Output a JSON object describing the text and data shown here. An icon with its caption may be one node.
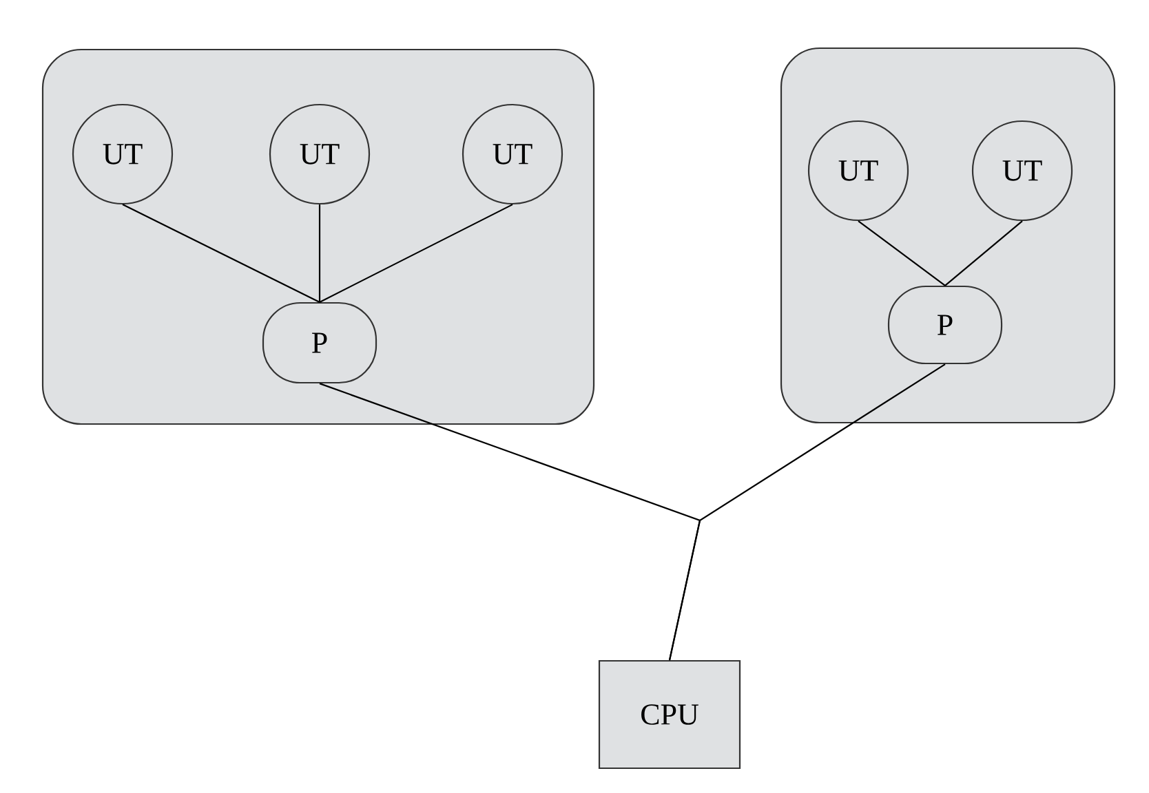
{
  "diagram": {
    "nodes": [
      {
        "text": [],
        "shape": "box"
      },
      {
        "text": [
          "UT"
        ],
        "in": 0
      },
      {
        "text": [
          "UT"
        ],
        "in": 0
      },
      {
        "text": [
          "UT"
        ],
        "in": 0
      },
      {
        "text": [
          "P"
        ],
        "in": 0
      },
      {
        "text": [],
        "shape": "box"
      },
      {
        "text": [
          "UT"
        ],
        "in": 5
      },
      {
        "text": [
          "UT"
        ],
        "in": 5
      },
      {
        "text": [
          "P"
        ],
        "in": 5
      },
      {
        "text": [
          "CPU"
        ]
      }
    ],
    "edges": [
      {
        "from": 1,
        "to": 4,
        "arrow": "none"
      },
      {
        "from": 2,
        "to": 4,
        "arrow": "none"
      },
      {
        "from": 3,
        "to": 4,
        "arrow": "none"
      },
      {
        "from": 6,
        "to": 8,
        "arrow": "none"
      },
      {
        "from": 7,
        "to": 8,
        "arrow": "none"
      },
      {
        "from": 4,
        "to": 9,
        "arrow": "none"
      },
      {
        "from": 8,
        "to": 9,
        "arrow": "none"
      }
    ]
  }
}
